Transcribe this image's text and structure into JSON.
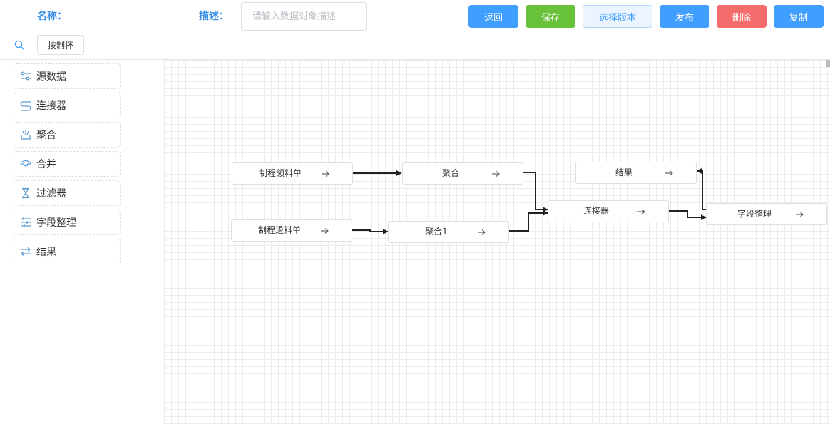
{
  "header": {
    "name_label": "名称：",
    "desc_label": "描述：",
    "desc_placeholder": "请输入数据对象描述",
    "buttons": [
      {
        "label": "返回",
        "color": "#409eff"
      },
      {
        "label": "保存",
        "color": "#67c23a"
      },
      {
        "label": "选择版本",
        "color": "#ecf5ff"
      },
      {
        "label": "发布",
        "color": "#409eff"
      },
      {
        "label": "删除",
        "color": "#f56c6c"
      },
      {
        "label": "复制",
        "color": "#409eff"
      }
    ]
  },
  "toolbar": {
    "search_icon": "search-icon",
    "small_button_label": "按制抔"
  },
  "palette": {
    "items": [
      {
        "label": "源数据",
        "icon": "sliders-icon"
      },
      {
        "label": "连接器",
        "icon": "connector-icon"
      },
      {
        "label": "聚合",
        "icon": "aggregate-icon"
      },
      {
        "label": "合并",
        "icon": "merge-icon"
      },
      {
        "label": "过滤器",
        "icon": "hourglass-icon"
      },
      {
        "label": "字段整理",
        "icon": "field-sort-icon"
      },
      {
        "label": "结果",
        "icon": "result-icon"
      }
    ]
  },
  "canvas": {
    "nodes": [
      {
        "label": "制程领料单"
      },
      {
        "label": "制程退料单"
      },
      {
        "label": "聚合"
      },
      {
        "label": "聚合1"
      },
      {
        "label": "结果"
      },
      {
        "label": "连接器"
      },
      {
        "label": "字段整理"
      }
    ]
  },
  "colors": {
    "label_blue": "#3a8ee6",
    "edge": "#222222",
    "grid": "#ececec"
  }
}
